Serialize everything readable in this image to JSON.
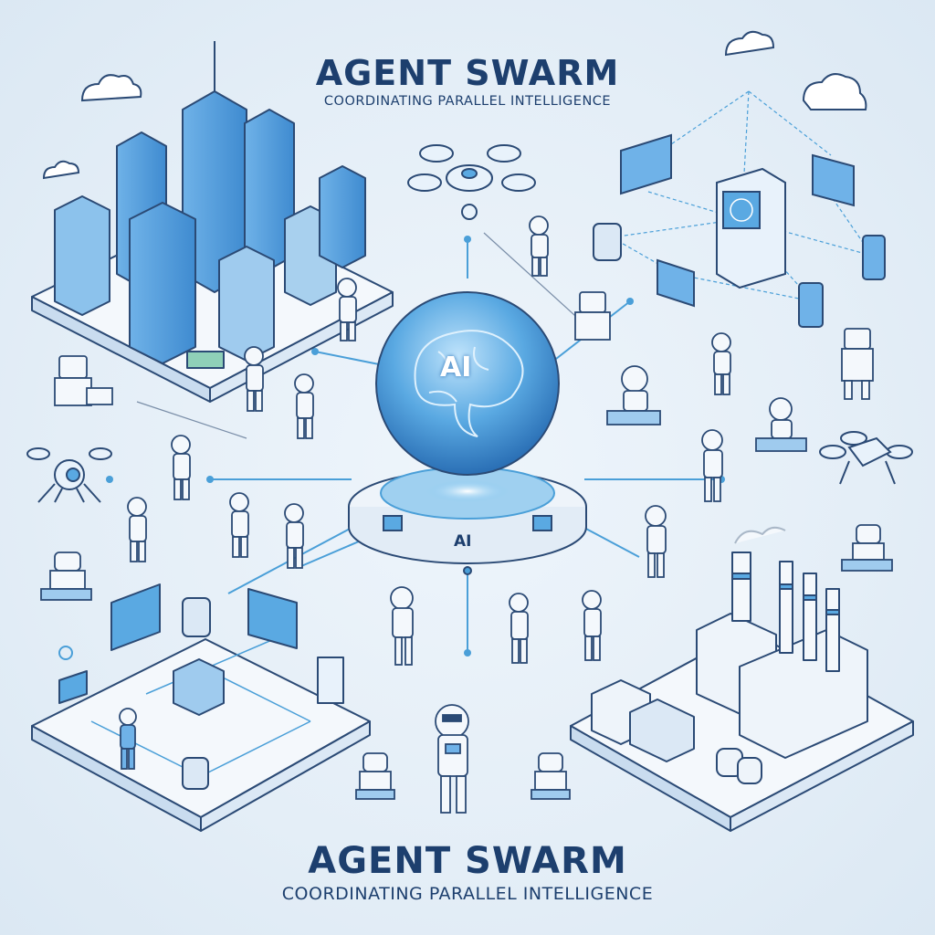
{
  "header": {
    "title": "AGENT SWARM",
    "subtitle": "COORDINATING PARALLEL INTELLIGENCE"
  },
  "footer": {
    "title": "AGENT SWARM",
    "subtitle": "COORDINATING PARALLEL INTELLIGENCE"
  },
  "hub": {
    "orb_label": "AI",
    "base_label": "AI",
    "icon": "brain-icon"
  },
  "zones": [
    {
      "name": "city",
      "icon": "skyscraper-icon",
      "position": "top-left"
    },
    {
      "name": "network",
      "icon": "server-network-icon",
      "position": "top-right"
    },
    {
      "name": "data-center",
      "icon": "office-platform-icon",
      "position": "bottom-left"
    },
    {
      "name": "factory",
      "icon": "factory-icon",
      "position": "bottom-right"
    }
  ],
  "colors": {
    "background": "#e3eef7",
    "title": "#1d3f6e",
    "accent": "#3a8fd6",
    "line": "#4a9fd8",
    "outline": "#2b4a75"
  }
}
